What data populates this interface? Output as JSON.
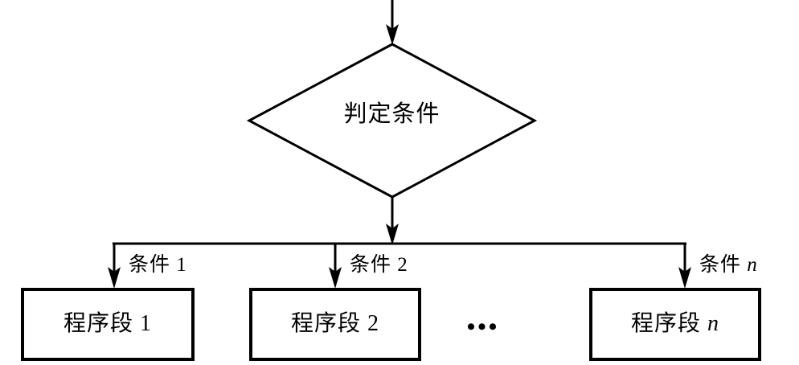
{
  "diagram": {
    "type": "flowchart",
    "description": "multi-branch selection structure flowchart",
    "stroke_color": "#000000",
    "background_color": "#ffffff",
    "decision": {
      "shape": "diamond",
      "text": "判定条件"
    },
    "incoming_arrow": {
      "label": ""
    },
    "branches": [
      {
        "condition_label": "条件 1",
        "condition_base": "条件",
        "condition_index": "1",
        "index_italic": false,
        "box_text": "程序段 1",
        "box_base": "程序段",
        "box_index": "1"
      },
      {
        "condition_label": "条件 2",
        "condition_base": "条件",
        "condition_index": "2",
        "index_italic": false,
        "box_text": "程序段 2",
        "box_base": "程序段",
        "box_index": "2"
      },
      {
        "condition_label": "条件 n",
        "condition_base": "条件",
        "condition_index": "n",
        "index_italic": true,
        "box_text": "程序段 n",
        "box_base": "程序段",
        "box_index": "n"
      }
    ],
    "ellipsis": "•••"
  }
}
